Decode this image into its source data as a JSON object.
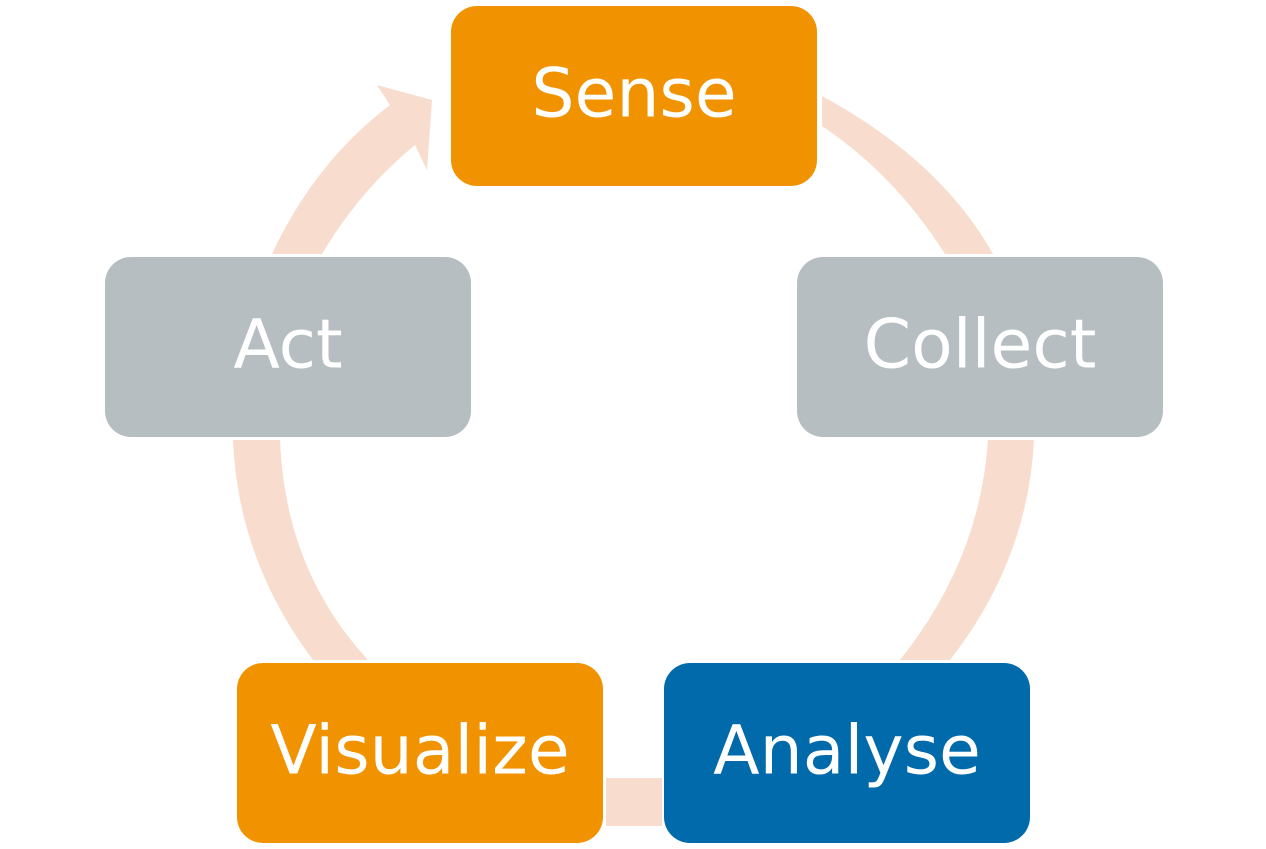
{
  "diagram": {
    "type": "cycle",
    "arrow_color": "#f8dccd",
    "nodes": [
      {
        "id": "sense",
        "label": "Sense",
        "color": "#f19300"
      },
      {
        "id": "collect",
        "label": "Collect",
        "color": "#b7bec2"
      },
      {
        "id": "analyse",
        "label": "Analyse",
        "color": "#006aab"
      },
      {
        "id": "visualize",
        "label": "Visualize",
        "color": "#f19300"
      },
      {
        "id": "act",
        "label": "Act",
        "color": "#b7bec2"
      }
    ]
  }
}
